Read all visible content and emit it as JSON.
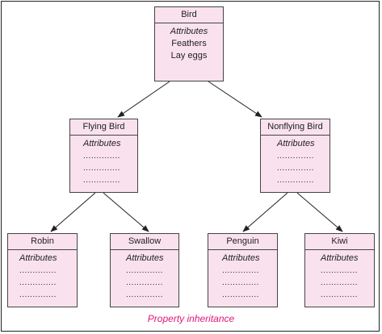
{
  "diagram": {
    "caption": "Property inheritance",
    "accent_color": "#e0157a",
    "box_fill": "#f9e2ee",
    "root": {
      "name": "Bird",
      "attributes_label": "Attributes",
      "values": [
        "Feathers",
        "Lay eggs"
      ]
    },
    "mid": [
      {
        "name": "Flying Bird",
        "attributes_label": "Attributes",
        "values": [
          "..............",
          "..............",
          ".............."
        ]
      },
      {
        "name": "Nonflying Bird",
        "attributes_label": "Attributes",
        "values": [
          "..............",
          "..............",
          ".............."
        ]
      }
    ],
    "leaves": [
      {
        "name": "Robin",
        "attributes_label": "Attributes",
        "values": [
          "..............",
          "..............",
          ".............."
        ]
      },
      {
        "name": "Swallow",
        "attributes_label": "Attributes",
        "values": [
          "..............",
          "..............",
          ".............."
        ]
      },
      {
        "name": "Penguin",
        "attributes_label": "Attributes",
        "values": [
          "..............",
          "..............",
          ".............."
        ]
      },
      {
        "name": "Kiwi",
        "attributes_label": "Attributes",
        "values": [
          "..............",
          "..............",
          ".............."
        ]
      }
    ]
  }
}
